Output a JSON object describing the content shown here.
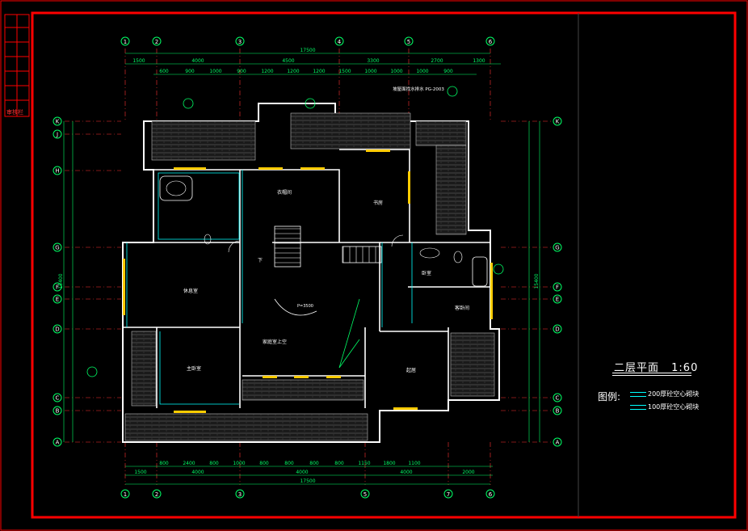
{
  "drawing": {
    "title": "二层平面",
    "scale": "1:60",
    "legend_label": "图例:",
    "legend": [
      {
        "text": "200厚砼空心砌块",
        "color": "#00ffff"
      },
      {
        "text": "100厚砼空心砌块",
        "color": "#00ffff"
      }
    ]
  },
  "grid_top": [
    "1",
    "2",
    "3",
    "4",
    "5",
    "6"
  ],
  "grid_bottom": [
    "1",
    "2",
    "3",
    "5",
    "7",
    "6"
  ],
  "grid_rows_left": [
    "K",
    "J",
    "H",
    "G",
    "F",
    "E",
    "D",
    "C",
    "B",
    "A"
  ],
  "grid_rows_right": [
    "K",
    "G",
    "F",
    "E",
    "D",
    "C",
    "B",
    "A"
  ],
  "dims": {
    "top_total": "17500",
    "top_segments": [
      "1500",
      "4000",
      "4500",
      "3300",
      "2700",
      "1300"
    ],
    "top_detail": [
      "600",
      "900",
      "1000",
      "900",
      "1200",
      "1200",
      "1200",
      "1500",
      "1000",
      "1000",
      "1000",
      "900"
    ],
    "bottom_total": "17500",
    "bottom_segments": [
      "1500",
      "4000",
      "4000",
      "4000",
      "2000"
    ],
    "bottom_detail": [
      "800",
      "2400",
      "800",
      "1000",
      "800",
      "800",
      "800",
      "800",
      "1150",
      "1800",
      "1100"
    ],
    "left_total": "15400",
    "right_total": "15400"
  },
  "rooms": [
    {
      "label": "衣帽间"
    },
    {
      "label": "书房"
    },
    {
      "label": "休息室"
    },
    {
      "label": "主卧室"
    },
    {
      "label": "家庭室上空"
    },
    {
      "label": "起居"
    },
    {
      "label": "卧室"
    },
    {
      "label": "客卧间"
    }
  ],
  "notes": {
    "slope": "坡屋面找水排水 PG-2003",
    "down": "下",
    "up_mark": "P=3500"
  },
  "sidebar": {
    "stamp": "审核栏"
  }
}
